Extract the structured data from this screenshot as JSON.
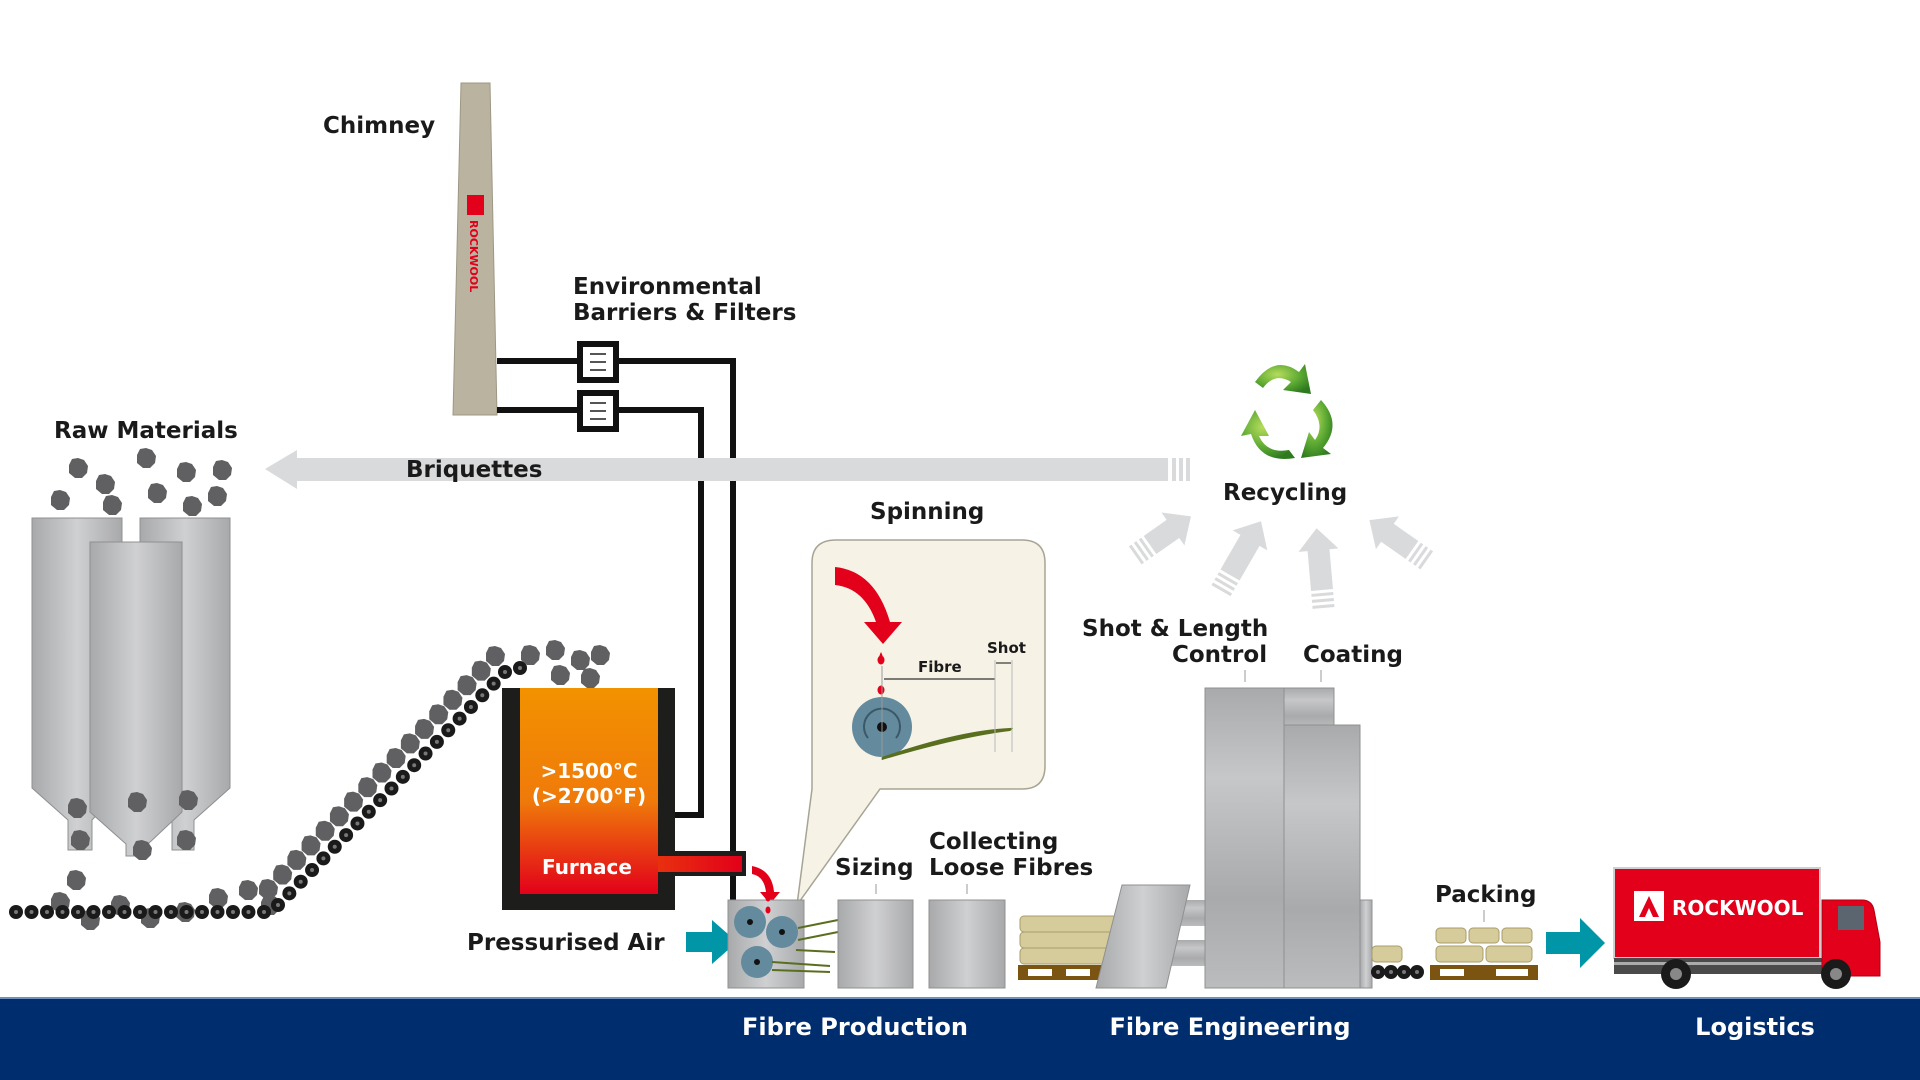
{
  "diagram": {
    "labels": {
      "chimney": "Chimney",
      "environmental_line1": "Environmental",
      "environmental_line2": "Barriers & Filters",
      "raw_materials": "Raw Materials",
      "briquettes": "Briquettes",
      "recycling": "Recycling",
      "spinning": "Spinning",
      "fibre": "Fibre",
      "shot": "Shot",
      "temperature_c": ">1500°C",
      "temperature_f": "(>2700°F)",
      "furnace": "Furnace",
      "pressurised_air": "Pressurised Air",
      "sizing": "Sizing",
      "collecting_line1": "Collecting",
      "collecting_line2": "Loose Fibres",
      "shot_length_line1": "Shot & Length",
      "shot_length_line2": "Control",
      "coating": "Coating",
      "packing": "Packing"
    },
    "brand": {
      "name": "ROCKWOOL",
      "chimney_logo": "ROCKWOOL",
      "truck_logo": "ROCKWOOL"
    },
    "stages": [
      {
        "label": "Fibre Production"
      },
      {
        "label": "Fibre Engineering"
      },
      {
        "label": "Logistics"
      }
    ],
    "colors": {
      "brand_red": "#e2001a",
      "band_navy": "#002d6e",
      "air_teal": "#0096a8",
      "recycle_green": "#5aa832",
      "furnace_orange": "#f39200",
      "chimney": "#b9b39f",
      "arrow_gray": "#d9dadc",
      "product_tan": "#d6cb9a",
      "pallet_brown": "#7a5410"
    }
  }
}
